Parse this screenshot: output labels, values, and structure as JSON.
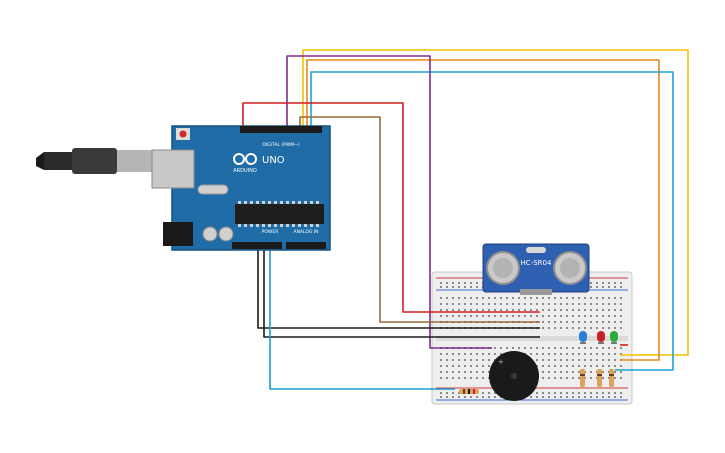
{
  "canvas": {
    "background": "#ffffff"
  },
  "arduino": {
    "brand_text": "ARDUINO",
    "model_text": "UNO",
    "digital_header_label": "DIGITAL (PWM~)",
    "power_label": "POWER",
    "analog_label": "ANALOG IN",
    "board_color": "#1f6ca6",
    "board_edge_color": "#16507c",
    "logo_icon": "infinity-logo-icon",
    "usb_icon": "usb-cable-icon",
    "reset_icon": "reset-button-icon",
    "chip_icon": "microcontroller-chip-icon"
  },
  "sensor": {
    "model_text": "HC-SR04",
    "board_color": "#2f5fb0",
    "icon": "ultrasonic-sensor-icon"
  },
  "breadboard": {
    "body_color": "#eeeeee",
    "rail_red": "#d33a3a",
    "rail_blue": "#3a6fd3",
    "icon": "breadboard-icon"
  },
  "components": {
    "buzzer_icon": "piezo-buzzer-icon",
    "led_colors": [
      "#2a7fd4",
      "#c62020",
      "#2eaa3a"
    ],
    "resistor_icon": "resistor-icon"
  },
  "wires": {
    "colors": {
      "red": "#d11f1f",
      "purple": "#7b2d8b",
      "yellow": "#f2c200",
      "orange": "#e8881c",
      "teal": "#1aa3cf",
      "brown": "#9a6a3a",
      "black": "#1b1b1b",
      "blue": "#1f9bd0"
    }
  }
}
